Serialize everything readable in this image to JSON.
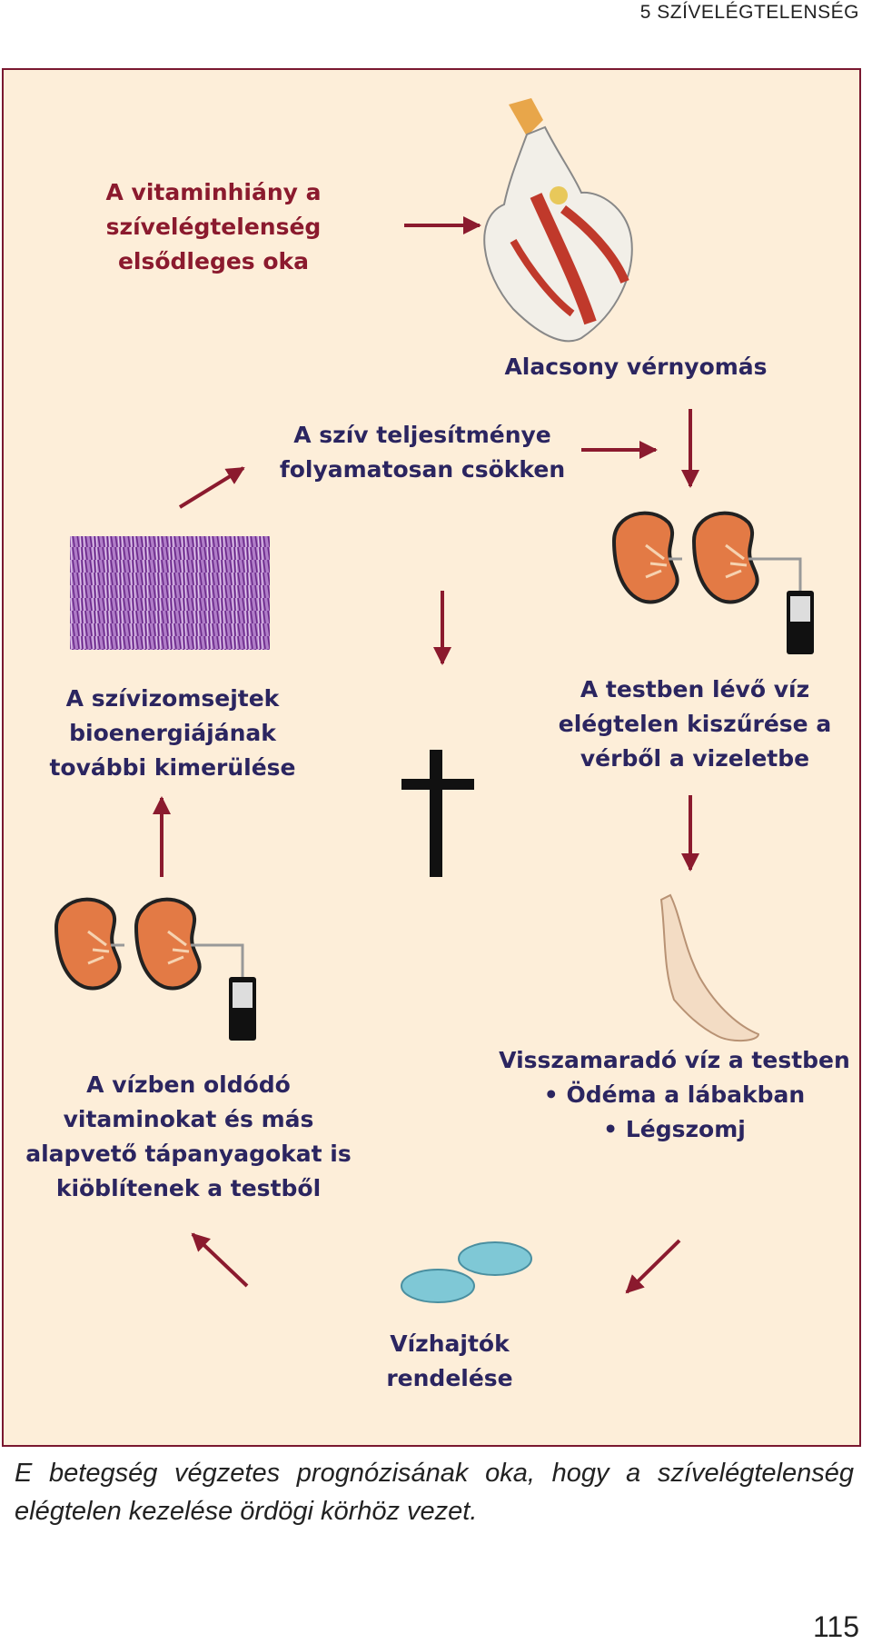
{
  "header": {
    "running_title": "5 SZÍVELÉGTELENSÉG"
  },
  "diagram": {
    "label_vitamin": [
      "A vitaminhiány a",
      "szívelégtelenség",
      "elsődleges oka"
    ],
    "label_low_bp": [
      "Alacsony vérnyomás"
    ],
    "label_heart_output": [
      "A szív teljesítménye",
      "folyamatosan csökken"
    ],
    "label_bioenergy": [
      "A szívizomsejtek",
      "bioenergiájának",
      "további kimerülése"
    ],
    "label_filtering": [
      "A testben lévő víz",
      "elégtelen kiszűrése a",
      "vérből a vizeletbe"
    ],
    "label_washout": [
      "A vízben oldódó",
      "vitaminokat és más",
      "alapvető tápanyagokat is",
      "kiöblítenek a testből"
    ],
    "label_retention": [
      "Visszamaradó víz a testben",
      "• Ödéma a lábakban",
      "• Légszomj"
    ],
    "label_diuretics": [
      "Vízhajtók",
      "rendelése"
    ],
    "colors": {
      "arrow": "#8b1a2e",
      "text": "#2b2560",
      "accent_text": "#8b1a2e",
      "frame_bg": "#fdeed9"
    }
  },
  "caption": "E betegség végzetes prognózisának oka, hogy a szívelégtelenség elégtelen kezelése ördögi körhöz vezet.",
  "page_number": "115"
}
